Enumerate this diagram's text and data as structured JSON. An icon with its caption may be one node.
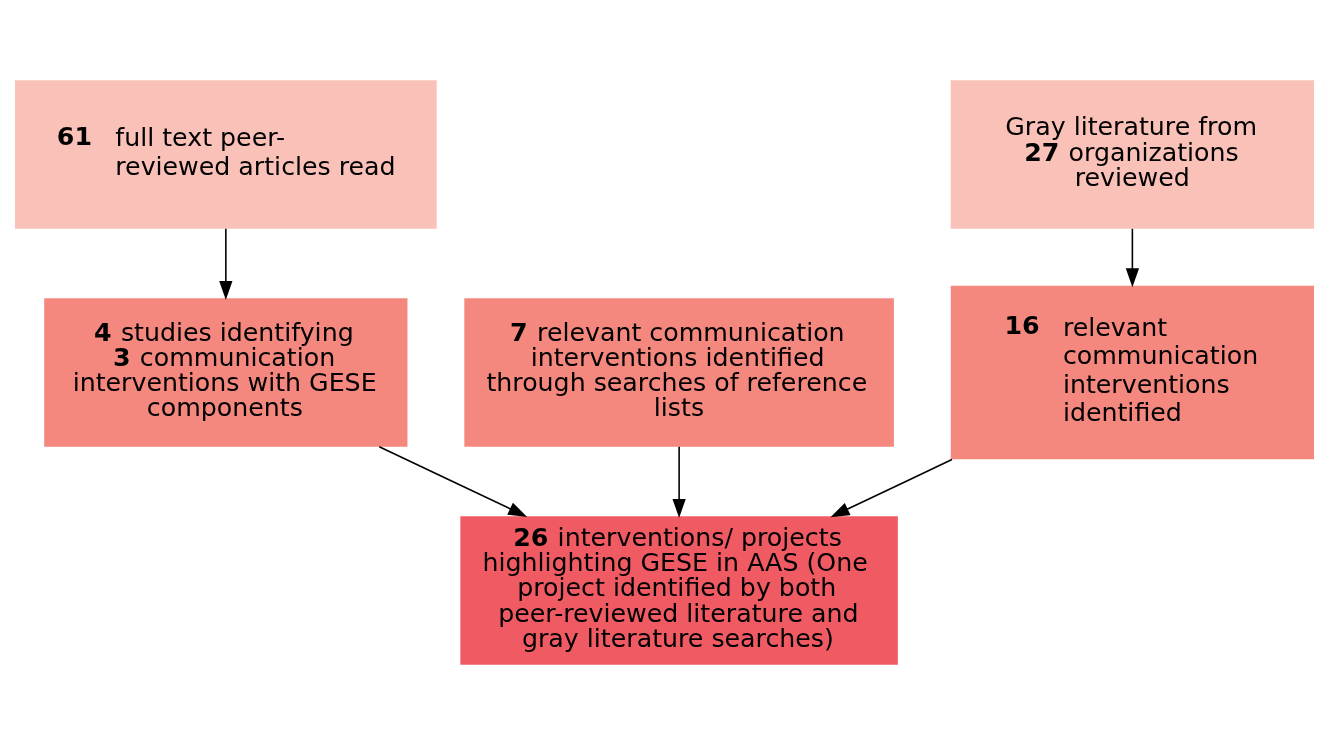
{
  "diagram": {
    "nodes": [
      {
        "text": [
          "61",
          "full text peer-reviewed articles read"
        ]
      },
      {
        "text": [
          "Gray literature from **27** organizations reviewed"
        ]
      },
      {
        "text": [
          "**4** studies identifying **3** communication interventions with GESE components"
        ]
      },
      {
        "text": [
          "**7** relevant communication interventions identified through searches of reference lists"
        ]
      },
      {
        "text": [
          "16",
          "relevant communication interventions identified"
        ]
      },
      {
        "text": [
          "**26** interventions/ projects highlighting GESE in AAS (One project identified by both peer-reviewed literature and gray literature searches)"
        ]
      }
    ],
    "edges": [
      {
        "from": 0,
        "to": 2,
        "arrow": "to"
      },
      {
        "from": 1,
        "to": 4,
        "arrow": "to"
      },
      {
        "from": 2,
        "to": 5,
        "arrow": "to"
      },
      {
        "from": 3,
        "to": 5,
        "arrow": "to"
      },
      {
        "from": 4,
        "to": 5,
        "arrow": "to"
      }
    ]
  }
}
